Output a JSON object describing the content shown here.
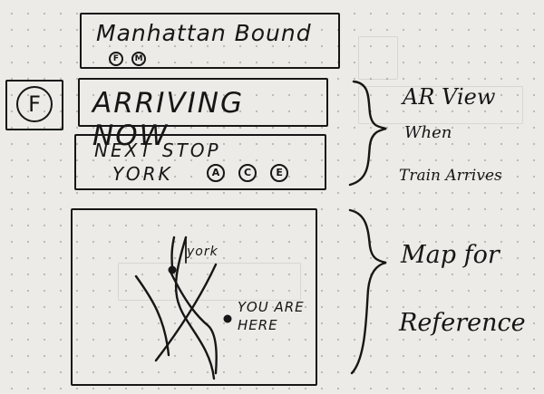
{
  "header": {
    "title": "Manhattan Bound",
    "lines": [
      "F",
      "M"
    ]
  },
  "train_badge": "F",
  "arrival": {
    "text": "ARRIVING NOW"
  },
  "next_stop": {
    "label": "NEXT STOP",
    "station": "YORK",
    "lines": [
      "A",
      "C",
      "E"
    ]
  },
  "map": {
    "station_label": "york",
    "you_are_here": [
      "YOU ARE",
      "HERE"
    ]
  },
  "annotations": {
    "ar_view": [
      "AR View",
      "When",
      "Train Arrives"
    ],
    "map_reference": [
      "Map for",
      "Reference"
    ]
  }
}
